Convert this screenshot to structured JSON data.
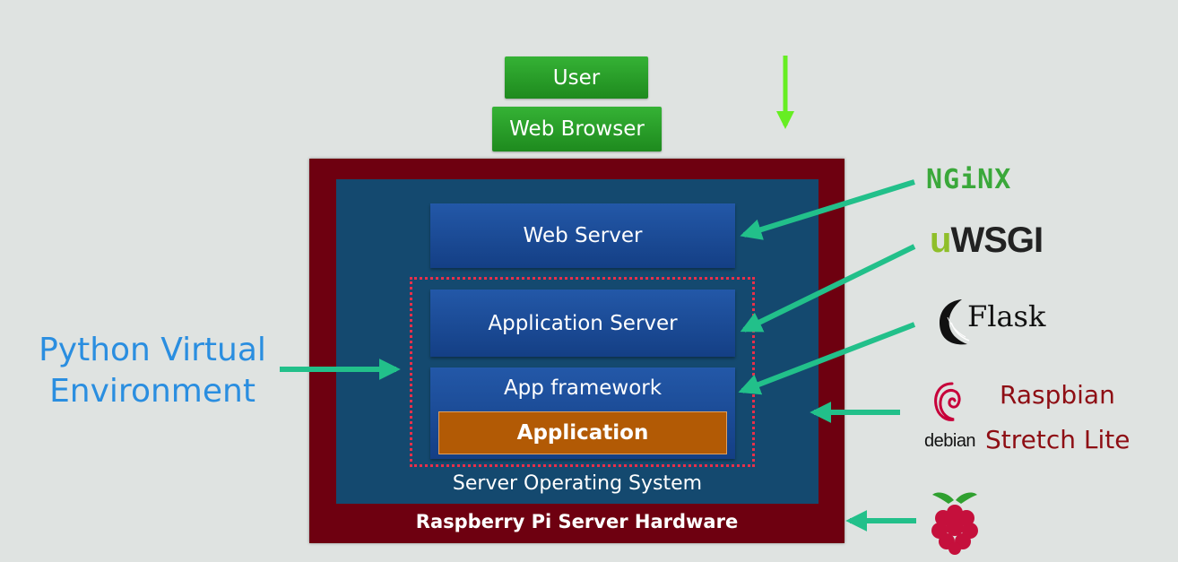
{
  "client": {
    "user_label": "User",
    "browser_label": "Web Browser"
  },
  "stack": {
    "web_server_label": "Web Server",
    "app_server_label": "Application Server",
    "app_framework_label": "App framework",
    "application_label": "Application",
    "os_label": "Server Operating System",
    "hardware_label": "Raspberry Pi Server Hardware"
  },
  "venv": {
    "label_line1": "Python Virtual",
    "label_line2": "Environment"
  },
  "logos": {
    "nginx": "NGiNX",
    "uwsgi_u": "u",
    "uwsgi_rest": "WSGI",
    "flask": "Flask",
    "debian": "debian",
    "raspbian_line1": "Raspbian",
    "raspbian_line2": "Stretch Lite"
  },
  "colors": {
    "arrow": "#22c08a",
    "request_arrow": "#66ee22",
    "hardware": "#6e0010",
    "os": "#14496f",
    "venv_border": "#e8304a"
  }
}
